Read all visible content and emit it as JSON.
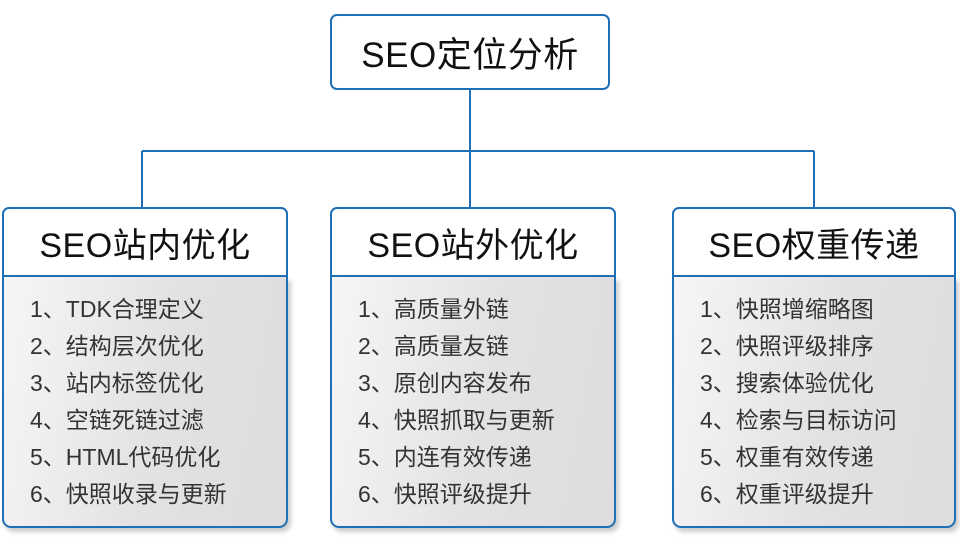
{
  "diagram": {
    "type": "org-tree",
    "root": {
      "label": "SEO定位分析"
    },
    "theme": {
      "border_color": "#1f6fb5",
      "connector_color": "#1f6fb5",
      "head_background": "#ffffff",
      "list_background": "#e2e2e2",
      "text_color": "#333333",
      "title_text_color": "#111111"
    },
    "branches": [
      {
        "title": "SEO站内优化",
        "items": [
          {
            "num": "1、",
            "text": "TDK合理定义"
          },
          {
            "num": "2、",
            "text": "结构层次优化"
          },
          {
            "num": "3、",
            "text": "站内标签优化"
          },
          {
            "num": "4、",
            "text": "空链死链过滤"
          },
          {
            "num": "5、",
            "text": "HTML代码优化"
          },
          {
            "num": "6、",
            "text": "快照收录与更新"
          }
        ]
      },
      {
        "title": "SEO站外优化",
        "items": [
          {
            "num": "1、",
            "text": "高质量外链"
          },
          {
            "num": "2、",
            "text": "高质量友链"
          },
          {
            "num": "3、",
            "text": "原创内容发布"
          },
          {
            "num": "4、",
            "text": "快照抓取与更新"
          },
          {
            "num": "5、",
            "text": "内连有效传递"
          },
          {
            "num": "6、",
            "text": "快照评级提升"
          }
        ]
      },
      {
        "title": "SEO权重传递",
        "items": [
          {
            "num": "1、",
            "text": "快照增缩略图"
          },
          {
            "num": "2、",
            "text": "快照评级排序"
          },
          {
            "num": "3、",
            "text": "搜索体验优化"
          },
          {
            "num": "4、",
            "text": "检索与目标访问"
          },
          {
            "num": "5、",
            "text": "权重有效传递"
          },
          {
            "num": "6、",
            "text": "权重评级提升"
          }
        ]
      }
    ]
  }
}
